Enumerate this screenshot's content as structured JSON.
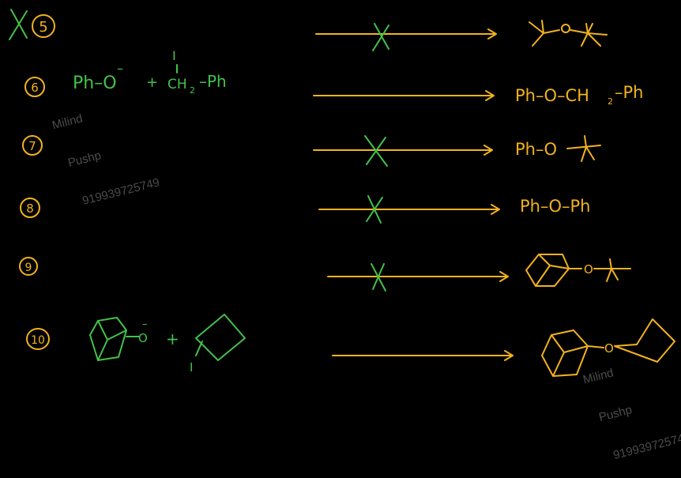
{
  "colors": {
    "background": "#000000",
    "yellow": "#f2b21f",
    "green": "#43c24b",
    "watermark": "#5a5a5a"
  },
  "rows": [
    {
      "number": "5",
      "reactant_text": "",
      "product_text": "",
      "crossed": true,
      "row_crossed": true
    },
    {
      "number": "6",
      "reactant_text": "Ph–O⁻ + I–CH₂–Ph",
      "product_text": "Ph–O–CH₂–Ph",
      "crossed": false,
      "row_crossed": false
    },
    {
      "number": "7",
      "reactant_text": "",
      "product_text": "Ph–O–tBu",
      "crossed": true,
      "row_crossed": false
    },
    {
      "number": "8",
      "reactant_text": "",
      "product_text": "Ph–O–Ph",
      "crossed": true,
      "row_crossed": false
    },
    {
      "number": "9",
      "reactant_text": "",
      "product_text": "",
      "crossed": true,
      "row_crossed": false
    },
    {
      "number": "10",
      "reactant_text": "",
      "product_text": "",
      "crossed": false,
      "row_crossed": false
    }
  ],
  "labels": {
    "r5_num": "5",
    "r6_num": "6",
    "r7_num": "7",
    "r8_num": "8",
    "r9_num": "9",
    "r10_num": "10",
    "r6_ph_o": "Ph–O",
    "r6_charge": "–",
    "r6_plus": "+",
    "r6_iodine": "I",
    "r6_ch2": "CH",
    "r6_ch2_sub": "2",
    "r6_ph": "–Ph",
    "r6_product": "Ph–O–CH",
    "r6_product_sub": "2",
    "r6_product_tail": "–Ph",
    "r7_product": "Ph–O",
    "r8_product": "Ph–O–Ph",
    "r10_o": "O",
    "r10_charge": "–",
    "r10_plus": "+",
    "r10_iodine": "I",
    "r5_o": "O",
    "r9_o": "O",
    "r10_prod_o": "O"
  },
  "watermark": {
    "lines": [
      "Milind",
      "Pushp",
      "919939725749"
    ]
  }
}
